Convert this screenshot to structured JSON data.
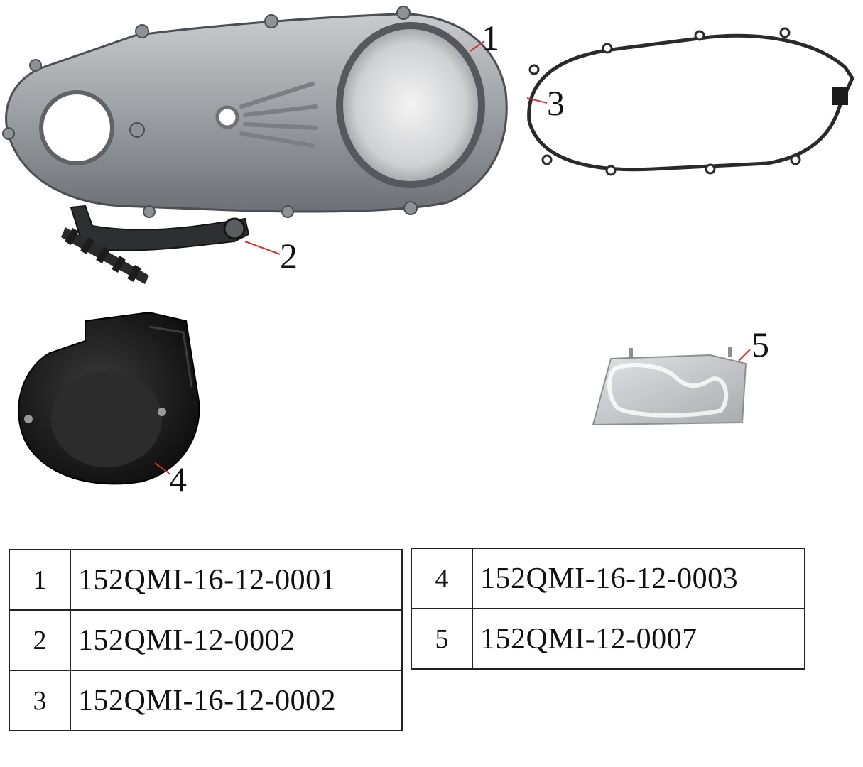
{
  "callouts": [
    "1",
    "2",
    "3",
    "4",
    "5"
  ],
  "parts_left": [
    {
      "num": "1",
      "part": "152QMI-16-12-0001"
    },
    {
      "num": "2",
      "part": "152QMI-12-0002"
    },
    {
      "num": "3",
      "part": "152QMI-16-12-0002"
    }
  ],
  "parts_right": [
    {
      "num": "4",
      "part": "152QMI-16-12-0003"
    },
    {
      "num": "5",
      "part": "152QMI-12-0007"
    }
  ],
  "colors": {
    "leader_line": "#d6303a",
    "cover_silver": "#a9acb0",
    "cover_dark": "#55585c",
    "plastic_black": "#1c1c1c",
    "plate_silver": "#c8c9cb"
  }
}
